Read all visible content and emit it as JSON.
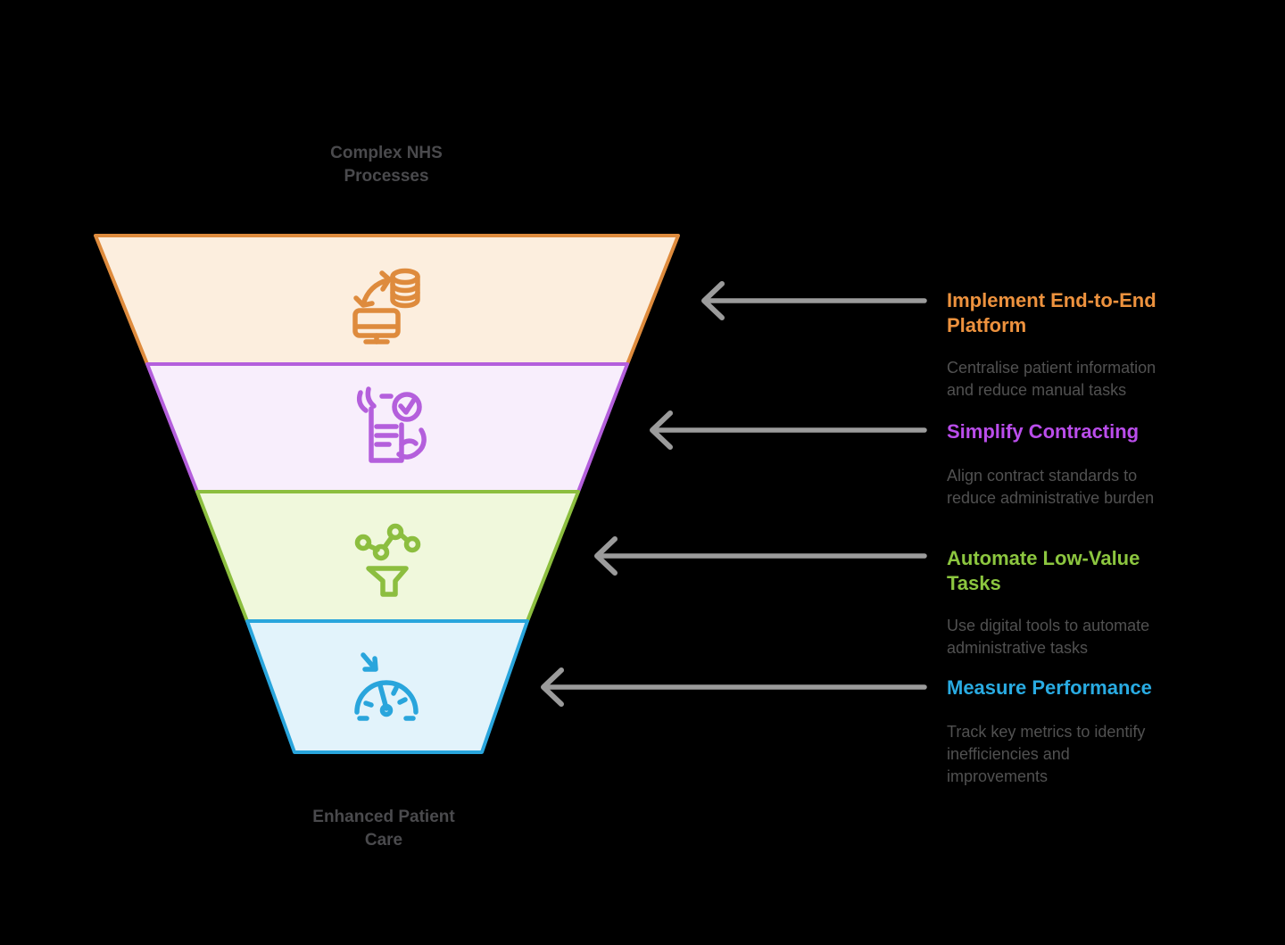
{
  "diagram": {
    "background": "#000000",
    "label_color": "#4a4a4d",
    "body_color": "#515151",
    "arrow_color": "#9b9b9b",
    "top_label": "Complex NHS\nProcesses",
    "bottom_label": "Enhanced Patient\nCare",
    "levels": [
      {
        "name": "implement-end-to-end-platform",
        "icon": "monitor-database-sync-icon",
        "fill": "#fceede",
        "stroke": "#de8b3d",
        "accent": "#ed923e",
        "heading": "Implement End-to-End\nPlatform",
        "body": "Centralise patient information\nand reduce manual tasks"
      },
      {
        "name": "simplify-contracting",
        "icon": "contract-check-hands-icon",
        "fill": "#f8eefc",
        "stroke": "#b45fdc",
        "accent": "#ba4deb",
        "heading": "Simplify Contracting",
        "body": "Align contract standards to\nreduce administrative burden"
      },
      {
        "name": "automate-low-value-tasks",
        "icon": "network-funnel-icon",
        "fill": "#f0f8dc",
        "stroke": "#8cbe3f",
        "accent": "#8cc63f",
        "heading": "Automate Low-Value\nTasks",
        "body": "Use digital tools to automate\nadministrative tasks"
      },
      {
        "name": "measure-performance",
        "icon": "gauge-arrow-icon",
        "fill": "#e2f3fb",
        "stroke": "#29a5dc",
        "accent": "#29abe2",
        "heading": "Measure Performance",
        "body": "Track key metrics to identify\ninefficiencies and\nimprovements"
      }
    ]
  }
}
